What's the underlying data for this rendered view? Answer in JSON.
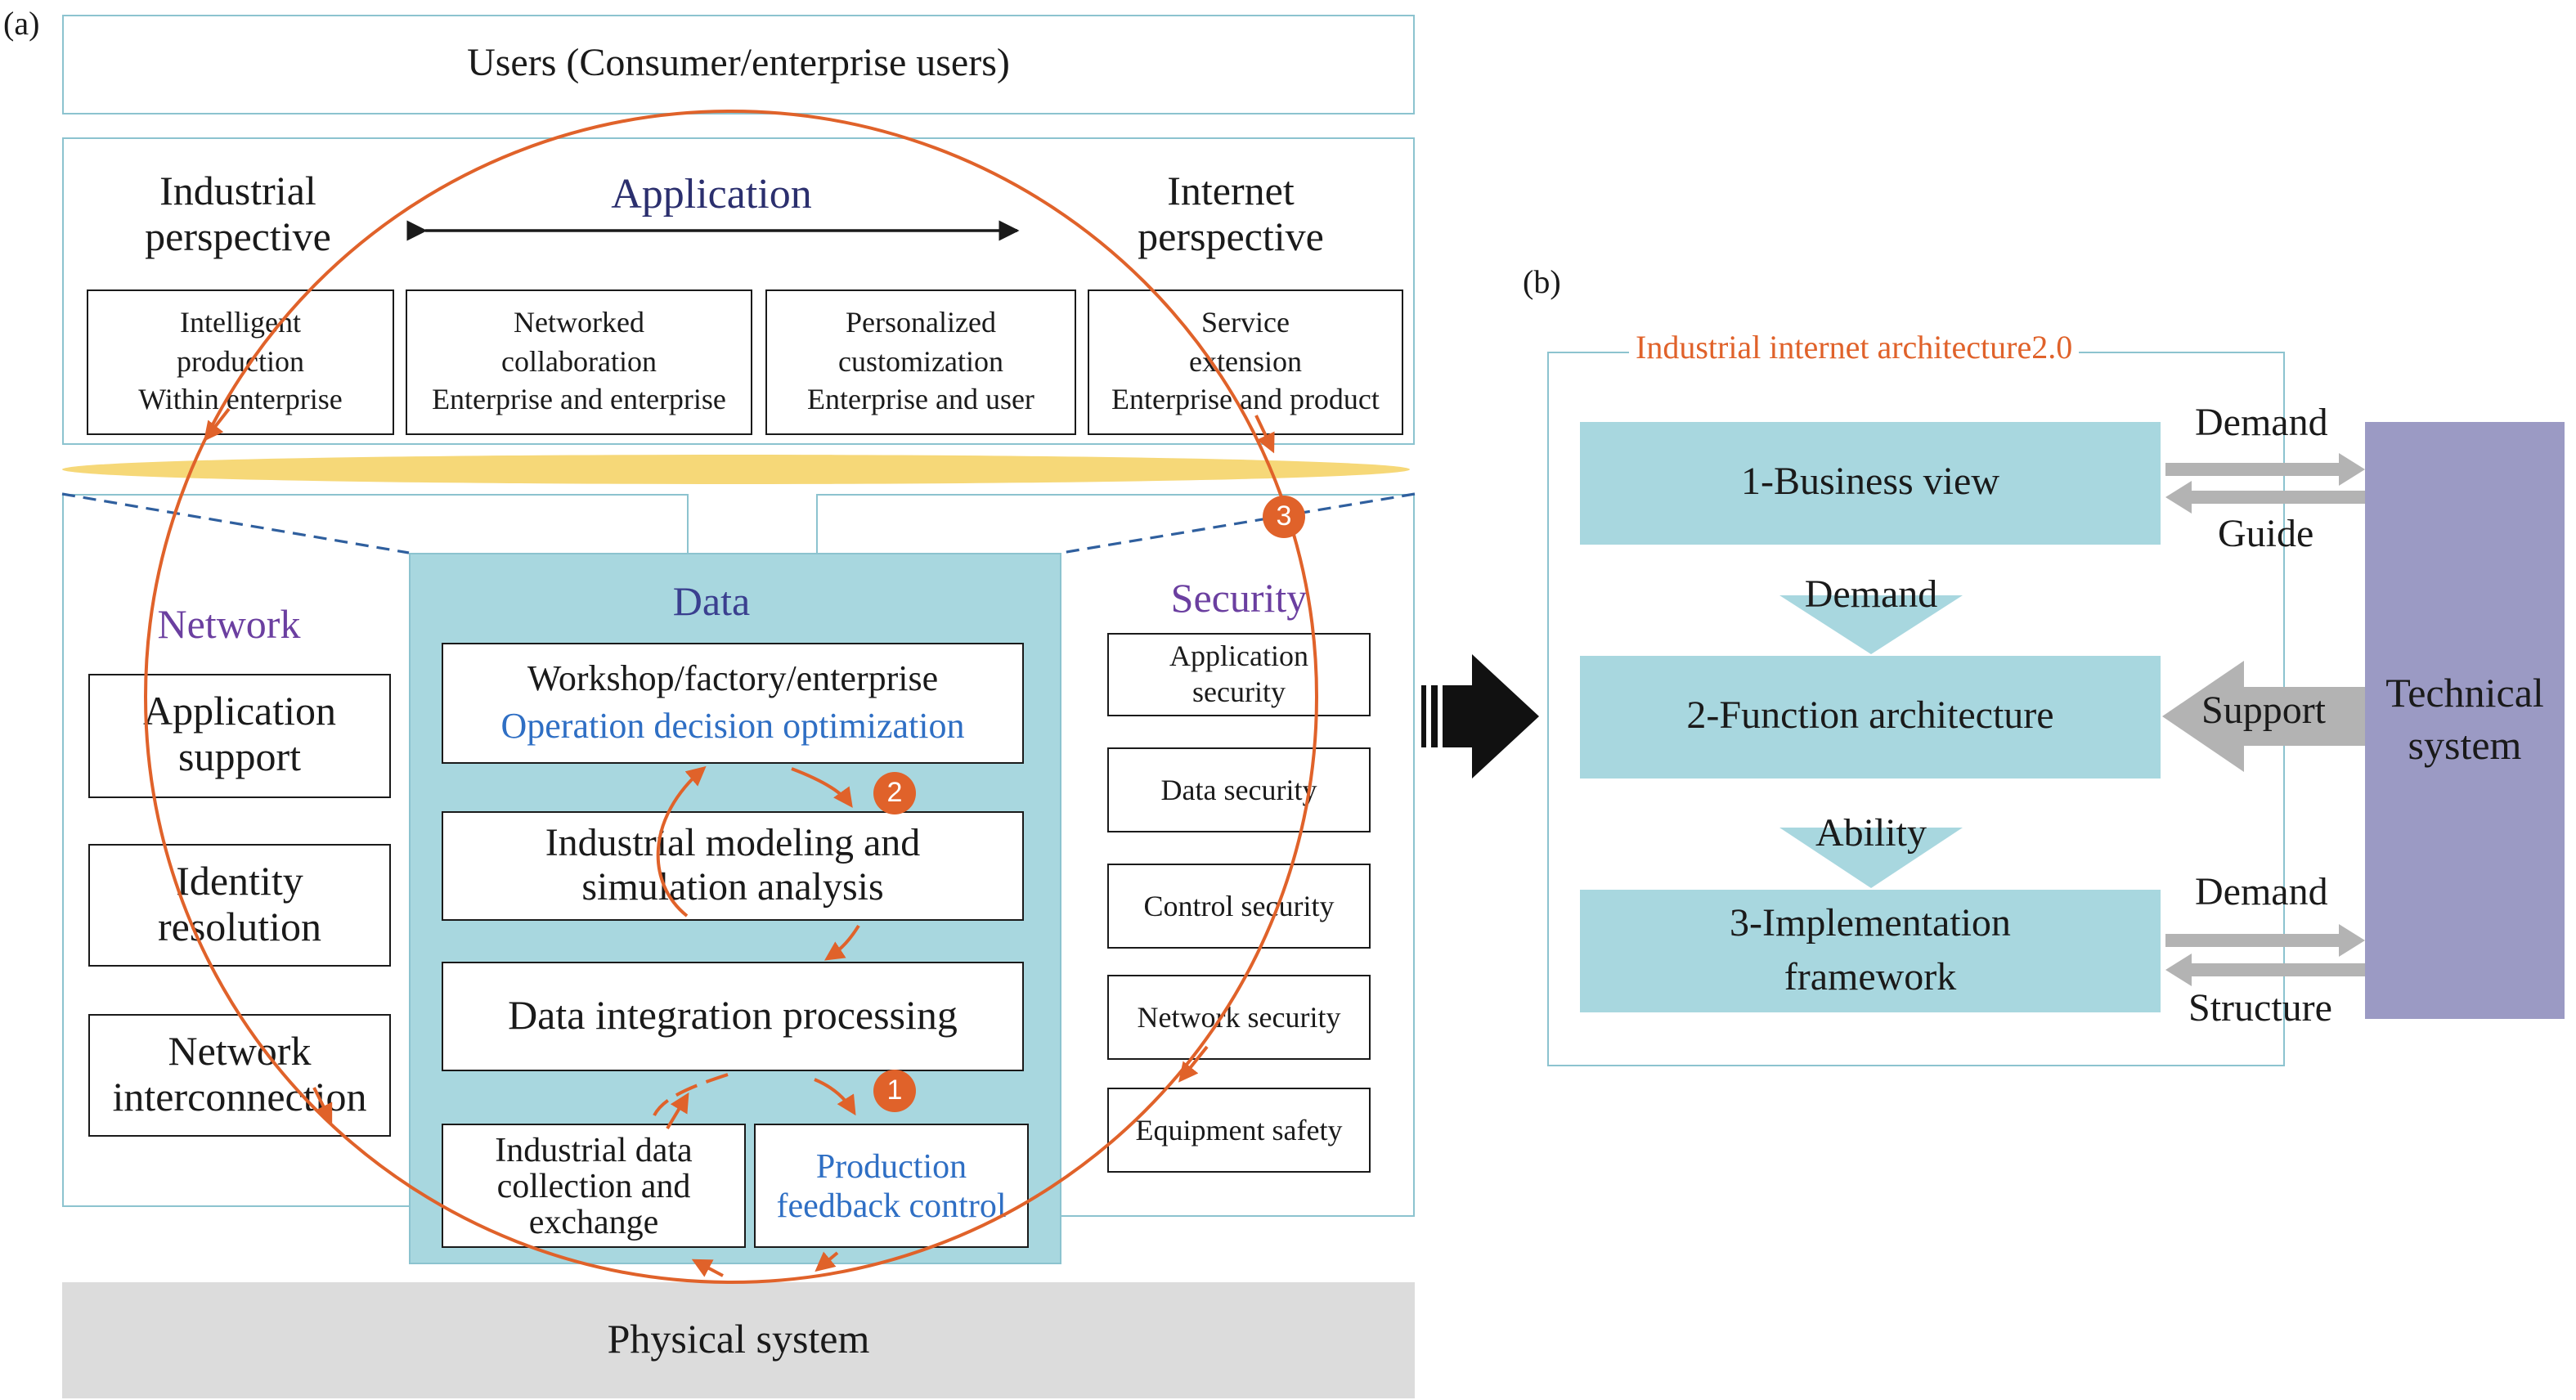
{
  "panel_a": {
    "tag": "(a)",
    "users": "Users (Consumer/enterprise users)",
    "application": {
      "title": "Application",
      "industrial_perspective": [
        "Industrial",
        "perspective"
      ],
      "internet_perspective": [
        "Internet",
        "perspective"
      ],
      "boxes": [
        [
          "Intelligent",
          "production",
          "Within enterprise"
        ],
        [
          "Networked",
          "collaboration",
          "Enterprise and enterprise"
        ],
        [
          "Personalized",
          "customization",
          "Enterprise and user"
        ],
        [
          "Service",
          "extension",
          "Enterprise and product"
        ]
      ]
    },
    "network": {
      "title": "Network",
      "items": [
        [
          "Application",
          "support"
        ],
        [
          "Identity",
          "resolution"
        ],
        [
          "Network",
          "interconnection"
        ]
      ]
    },
    "data": {
      "title": "Data",
      "decision_line1": "Workshop/factory/enterprise",
      "decision_line2": "Operation decision optimization",
      "modeling": [
        "Industrial modeling and",
        "simulation analysis"
      ],
      "integration": "Data integration processing",
      "collection": [
        "Industrial data",
        "collection and",
        "exchange"
      ],
      "feedback": [
        "Production",
        "feedback control"
      ]
    },
    "security": {
      "title": "Security",
      "items": [
        [
          "Application",
          "security"
        ],
        [
          "Data security"
        ],
        [
          "Control security"
        ],
        [
          "Network security"
        ],
        [
          "Equipment safety"
        ]
      ]
    },
    "physical": "Physical system",
    "badges": [
      "1",
      "2",
      "3"
    ]
  },
  "panel_b": {
    "tag": "(b)",
    "title": "Industrial internet architecture2.0",
    "views": [
      "1-Business view",
      "2-Function architecture",
      "3-Implementation",
      "framework"
    ],
    "down_labels": [
      "Demand",
      "Ability"
    ],
    "technical": [
      "Technical",
      "system"
    ],
    "side_labels": {
      "demand_top": "Demand",
      "guide": "Guide",
      "support": "Support",
      "demand_bottom": "Demand",
      "structure": "Structure"
    }
  },
  "colors": {
    "orange": "#e0622a",
    "teal_border": "#8cc3cf",
    "cyan_fill": "#a8d7df",
    "purple": "#9b9ac4",
    "gold": "#f6d878",
    "gray": "#dcdcdc",
    "arrow_gray": "#b3b3b3"
  }
}
